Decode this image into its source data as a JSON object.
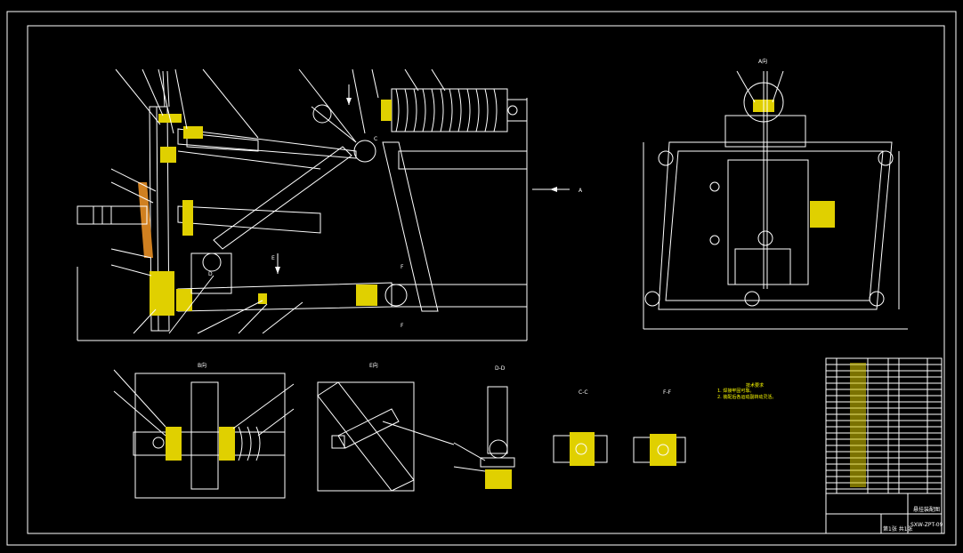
{
  "colors": {
    "background": "#000000",
    "line": "#ffffff",
    "accent_green": "#2ecc40",
    "accent_cyan": "#00e0e0",
    "accent_red": "#ff3030",
    "hatch_yellow": "#e0d000",
    "hatch_orange": "#d08020"
  },
  "views": {
    "main": {
      "arrow_a_label": "A",
      "label_e_top": "E",
      "label_f_top": "F",
      "label_c": "C",
      "label_d": "D",
      "label_f_bottom": "F"
    },
    "side": {
      "title": "A向"
    },
    "detail_b": {
      "title": "B向"
    },
    "detail_e": {
      "title": "E向"
    },
    "section_dd": {
      "title": "D-D"
    },
    "section_cc": {
      "title": "C-C"
    },
    "section_ff": {
      "title": "F-F"
    }
  },
  "notes": {
    "title": "技术要求",
    "line1": "1. 焊接牢固可靠。",
    "line2": "2. 装配后各运动副转动灵活。"
  },
  "title_block": {
    "drawing_name": "悬挂装配图",
    "drawing_number": "SXW-ZPT-09",
    "sheet_label": "第1张 共1张"
  }
}
